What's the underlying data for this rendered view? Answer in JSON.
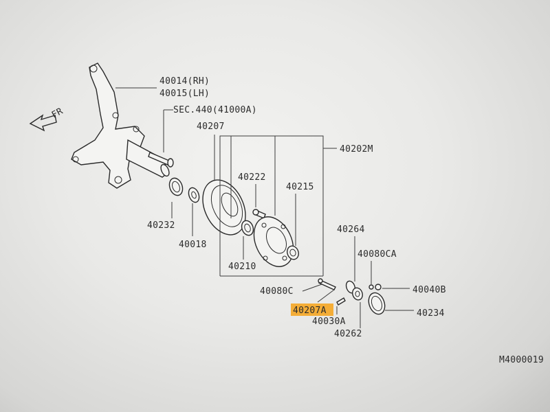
{
  "labels": {
    "knuckle_rh": "40014(RH)",
    "knuckle_lh": "40015(LH)",
    "sec": "SEC.440(41000A)",
    "fr": "FR",
    "rotor": "40207",
    "hub_group": "40202M",
    "bolt_40222": "40222",
    "bearing_40215": "40215",
    "seal_40232": "40232",
    "washer_40018": "40018",
    "bearing_40210": "40210",
    "washer_40264": "40264",
    "pin_40080ca": "40080CA",
    "pin_40080c": "40080C",
    "washer_40207a": "40207A",
    "nut_40040b": "40040B",
    "bolt_40030a": "40030A",
    "cap_40234": "40234",
    "nut_40262": "40262",
    "diagram_code": "M4000019"
  },
  "colors": {
    "highlight": "#f5a623",
    "line": "#2a2a2a"
  }
}
